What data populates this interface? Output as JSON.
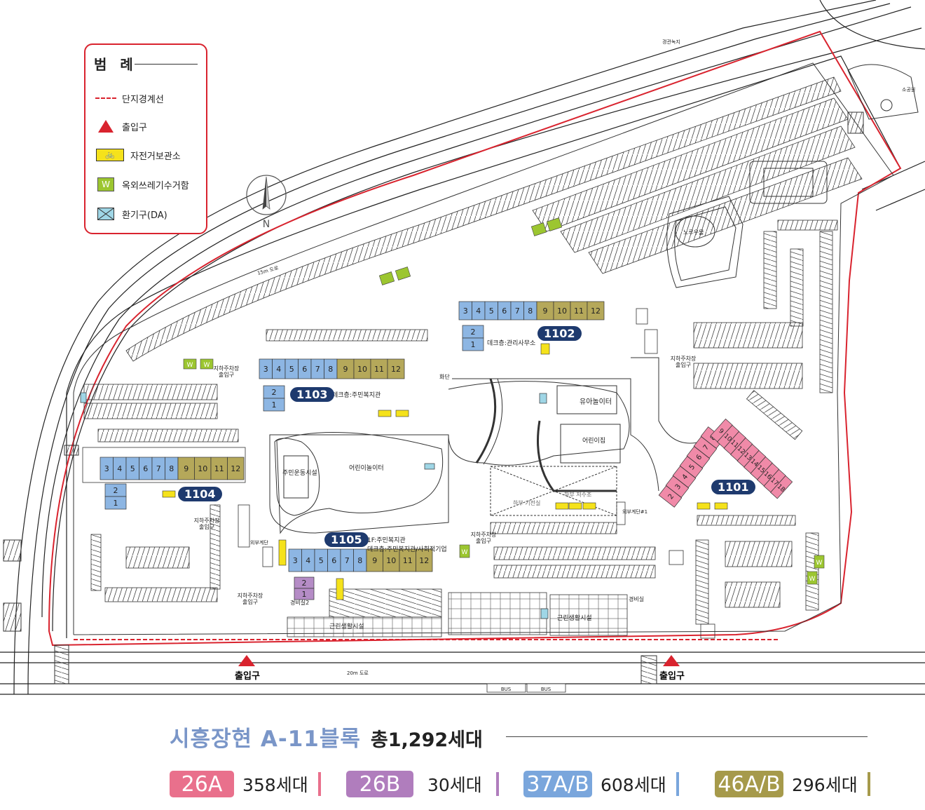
{
  "legend": {
    "title": "범 례",
    "items": [
      {
        "label": "단지경계선",
        "symbol": "boundary-line"
      },
      {
        "label": "출입구",
        "symbol": "entrance-triangle"
      },
      {
        "label": "자전거보관소",
        "symbol": "bicycle-icon"
      },
      {
        "label": "옥외쓰레기수거함",
        "symbol": "waste-bin-icon",
        "glyph": "W"
      },
      {
        "label": "환기구(DA)",
        "symbol": "vent-icon"
      }
    ]
  },
  "compass": {
    "label": "N"
  },
  "buildings": [
    {
      "id": "1101",
      "units_pink": [
        "2",
        "3",
        "4",
        "5",
        "6",
        "7",
        "8",
        "9",
        "10",
        "11",
        "12",
        "13",
        "14",
        "15",
        "16",
        "17",
        "18"
      ]
    },
    {
      "id": "1102",
      "units_blue": [
        "3",
        "4",
        "5",
        "6",
        "7",
        "8"
      ],
      "units_olive": [
        "9",
        "10",
        "11",
        "12"
      ],
      "units_blue_low": [
        "2",
        "1"
      ]
    },
    {
      "id": "1103",
      "units_blue": [
        "3",
        "4",
        "5",
        "6",
        "7",
        "8"
      ],
      "units_olive": [
        "9",
        "10",
        "11",
        "12"
      ],
      "units_blue_low": [
        "2",
        "1"
      ]
    },
    {
      "id": "1104",
      "units_blue": [
        "3",
        "4",
        "5",
        "6",
        "7",
        "8"
      ],
      "units_olive": [
        "9",
        "10",
        "11",
        "12"
      ],
      "units_blue_low": [
        "2",
        "1"
      ]
    },
    {
      "id": "1105",
      "units_blue": [
        "3",
        "4",
        "5",
        "6",
        "7",
        "8"
      ],
      "units_olive": [
        "9",
        "10",
        "11",
        "12"
      ],
      "units_purple": [
        "2",
        "1"
      ]
    }
  ],
  "map_labels": {
    "green_buffer": "경관녹지",
    "small_park": "소공원",
    "road_15m": "15m 도로",
    "road_20m": "20m 도로",
    "pavilion": "노루우물",
    "deck_mgmt": "데크층:관리사무소",
    "deck_welfare": "데크층:주민복지관",
    "infant_play": "유아놀이터",
    "daycare": "어린이집",
    "kids_play": "어린이놀이터",
    "sports": "주민운동시설",
    "welfare_1f": "1F:주민복지관",
    "welfare_deck": "데크층:주민복지관/사회적기업",
    "guard_2": "경비실2",
    "guard": "경비실",
    "retail_1": "근린생활시설",
    "retail_2": "근린생활시설",
    "parking_entry_1": "지하주차장\n출입구",
    "parking_entry_2": "지하주차장\n출입구",
    "parking_entry_3": "지하주차장\n출입구",
    "parking_entry_4": "지하주차장\n출입구",
    "parking_entry_5": "지하주차장\n출입구",
    "stairs": "외부계단#1",
    "stairs_2": "외부계단",
    "water_tank": "하부 저수조",
    "electric": "하부 기전실",
    "ramp": "화단",
    "entrance_left": "출입구",
    "entrance_right": "출입구",
    "bus_1": "BUS",
    "bus_2": "BUS"
  },
  "footer": {
    "block_name": "시흥장현  A-11블록",
    "total": "총1,292세대",
    "unit_types": [
      {
        "name": "26A",
        "count": "358세대",
        "color": "#e9708c"
      },
      {
        "name": "26B",
        "count": "30세대",
        "color": "#b07dbd"
      },
      {
        "name": "37A/B",
        "count": "608세대",
        "color": "#7aa6dc"
      },
      {
        "name": "46A/B",
        "count": "296세대",
        "color": "#a69a4b"
      }
    ]
  },
  "colors": {
    "boundary": "#d9232e",
    "unit_pink": "#f08aa8",
    "unit_blue": "#8db6e3",
    "unit_olive": "#b5a85a",
    "unit_purple": "#b58cc6",
    "building_tag": "#1e3a6e",
    "bike": "#f5e21b",
    "waste": "#9cc630"
  }
}
